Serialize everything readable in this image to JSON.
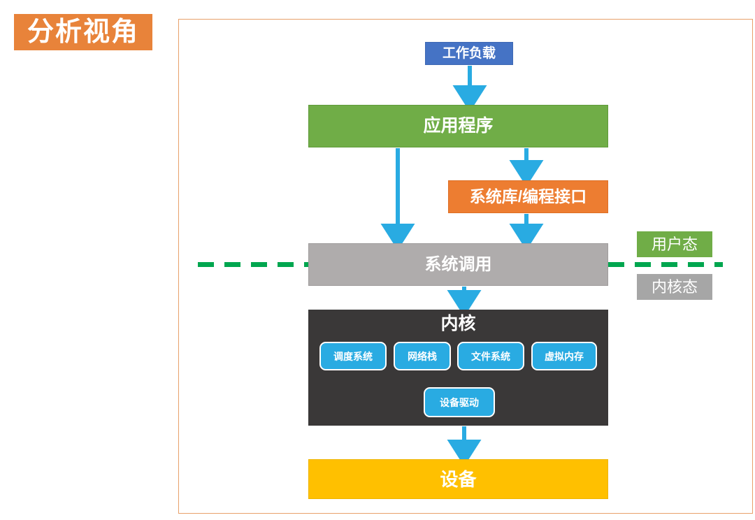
{
  "title": {
    "text": "分析视角"
  },
  "colors": {
    "title_badge_bg": "#E8833A",
    "frame_border": "#E8A06A",
    "workload": "#4573C5",
    "application": "#70AD47",
    "syslib": "#ED7D31",
    "syscall": "#AFACAC",
    "kernel": "#3A3838",
    "kernel_subbox": "#29ABE2",
    "device": "#FFC000",
    "arrow": "#29ABE2",
    "divider": "#00A64F",
    "user_mode": "#70AD47",
    "kernel_mode": "#A6A6A6"
  },
  "diagram": {
    "boxes": {
      "workload": "工作负载",
      "application": "应用程序",
      "syslib": "系统库/编程接口",
      "syscall": "系统调用",
      "kernel": "内核",
      "device": "设备"
    },
    "kernel_components": [
      "调度系统",
      "网络栈",
      "文件系统",
      "虚拟内存",
      "设备驱动"
    ],
    "mode_labels": {
      "user": "用户态",
      "kernel": "内核态"
    },
    "arrows": [
      {
        "name": "workload-to-application",
        "from": "工作负载",
        "to": "应用程序"
      },
      {
        "name": "application-to-syscall",
        "from": "应用程序",
        "to": "系统调用"
      },
      {
        "name": "application-to-syslib",
        "from": "应用程序",
        "to": "系统库/编程接口"
      },
      {
        "name": "syslib-to-syscall",
        "from": "系统库/编程接口",
        "to": "系统调用"
      },
      {
        "name": "syscall-to-kernel",
        "from": "系统调用",
        "to": "内核"
      },
      {
        "name": "kernel-to-device",
        "from": "内核",
        "to": "设备"
      }
    ],
    "divider": {
      "style": "dashed",
      "label": "user/kernel boundary"
    }
  }
}
